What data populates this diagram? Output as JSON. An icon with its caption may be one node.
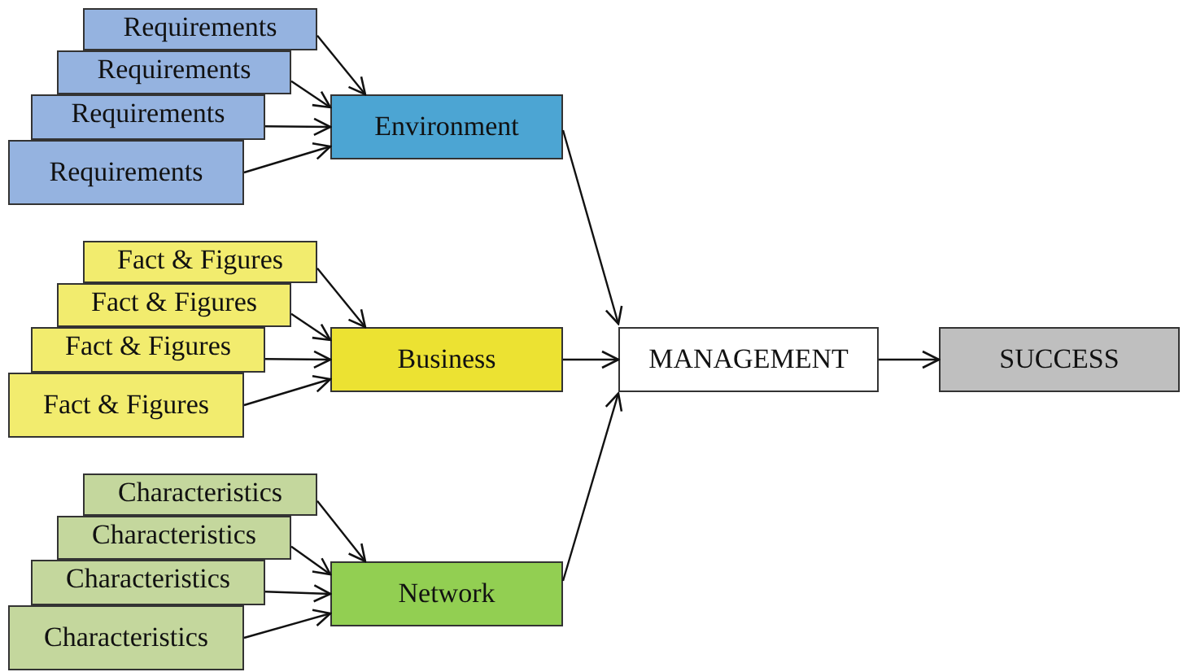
{
  "diagram": {
    "nodes": [
      {
        "text": [
          "Requirements"
        ]
      },
      {
        "text": [
          "Requirements"
        ]
      },
      {
        "text": [
          "Requirements"
        ]
      },
      {
        "text": [
          "Requirements"
        ]
      },
      {
        "text": [
          "Environment"
        ]
      },
      {
        "text": [
          "Fact & Figures"
        ]
      },
      {
        "text": [
          "Fact & Figures"
        ]
      },
      {
        "text": [
          "Fact & Figures"
        ]
      },
      {
        "text": [
          "Fact & Figures"
        ]
      },
      {
        "text": [
          "Business"
        ]
      },
      {
        "text": [
          "Characteristics"
        ]
      },
      {
        "text": [
          "Characteristics"
        ]
      },
      {
        "text": [
          "Characteristics"
        ]
      },
      {
        "text": [
          "Characteristics"
        ]
      },
      {
        "text": [
          "Network"
        ]
      },
      {
        "text": [
          "MANAGEMENT"
        ]
      },
      {
        "text": [
          "SUCCESS"
        ]
      }
    ],
    "edges": [
      {
        "from": 0,
        "to": 4,
        "arrow": "to"
      },
      {
        "from": 1,
        "to": 4,
        "arrow": "to"
      },
      {
        "from": 2,
        "to": 4,
        "arrow": "to"
      },
      {
        "from": 3,
        "to": 4,
        "arrow": "to"
      },
      {
        "from": 5,
        "to": 9,
        "arrow": "to"
      },
      {
        "from": 6,
        "to": 9,
        "arrow": "to"
      },
      {
        "from": 7,
        "to": 9,
        "arrow": "to"
      },
      {
        "from": 8,
        "to": 9,
        "arrow": "to"
      },
      {
        "from": 10,
        "to": 14,
        "arrow": "to"
      },
      {
        "from": 11,
        "to": 14,
        "arrow": "to"
      },
      {
        "from": 12,
        "to": 14,
        "arrow": "to"
      },
      {
        "from": 13,
        "to": 14,
        "arrow": "to"
      },
      {
        "from": 4,
        "to": 15,
        "arrow": "to"
      },
      {
        "from": 9,
        "to": 15,
        "arrow": "to"
      },
      {
        "from": 14,
        "to": 15,
        "arrow": "to"
      },
      {
        "from": 15,
        "to": 16,
        "arrow": "to"
      }
    ]
  }
}
